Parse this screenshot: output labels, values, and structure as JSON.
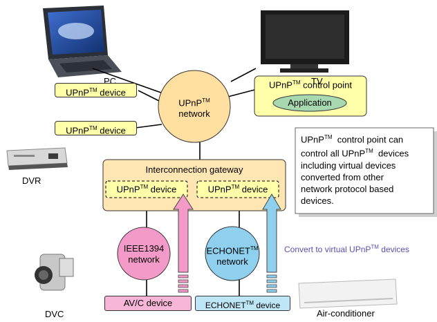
{
  "devices": {
    "pc": "PC",
    "tv": "TV",
    "dvr": "DVR",
    "dvc": "DVC",
    "air_conditioner": "Air-conditioner"
  },
  "upnp_device_1": {
    "main": "UPnP",
    "sup": "TM",
    "suffix": " device"
  },
  "upnp_device_2": {
    "main": "UPnP",
    "sup": "TM",
    "suffix": " device"
  },
  "control_point": {
    "main": "UPnP",
    "sup": "TM",
    "suffix": " control point",
    "application": "Application"
  },
  "upnp_network": {
    "main": "UPnP",
    "sup": "TM",
    "line2": "network"
  },
  "gateway": {
    "title": "Interconnection gateway",
    "virtual_device_1": {
      "main": "UPnP",
      "sup": "TM",
      "suffix": " device"
    },
    "virtual_device_2": {
      "main": "UPnP",
      "sup": "TM",
      "suffix": " device"
    }
  },
  "ieee_network": {
    "line1": "IEEE1394",
    "line2": "network"
  },
  "echonet_network": {
    "main": "ECHONET",
    "sup": "TM",
    "line2": "network"
  },
  "avc_device": "AV/C device",
  "echonet_device": {
    "main": "ECHONET",
    "sup": "TM",
    "suffix": " device"
  },
  "convert_note": {
    "main": "Convert to virtual UPnP",
    "sup": "TM",
    "suffix": " devices"
  },
  "info_box": {
    "line1_main": "UPnP",
    "line1_sup": "TM",
    "line1_suffix": "  control point can",
    "line2_main": "control all UPnP",
    "line2_sup": "TM",
    "line2_suffix": "  devices",
    "line3": "including virtual devices",
    "line4": "converted from other",
    "line5": "network protocol based",
    "line6": "devices."
  },
  "colors": {
    "yellow_box": "#ffffaa",
    "network_circle": "#ffe0a0",
    "gateway_fill": "#ffe6b3",
    "ieee_pink": "#f49ac8",
    "echonet_blue": "#8ed0ee",
    "application_green": "#a8d8b0",
    "convert_text": "#5a4fb0"
  }
}
